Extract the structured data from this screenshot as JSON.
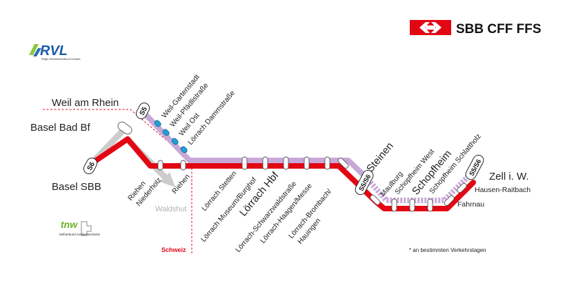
{
  "brand": {
    "sbb_text": "SBB CFF FFS",
    "rvl_text": "RVL",
    "rvl_subtext": "Regio Verkehrsverbund Lörrach",
    "tnw_text": "tnw",
    "tnw_subtext": "tarifverbund nordwestschweiz",
    "red": "#e30613",
    "lilac": "#c8a8d8",
    "grey": "#cccccc",
    "blue": "#1fa0d8"
  },
  "lines": {
    "s5": "S5",
    "s6": "S6",
    "s5s6": "S5/S6"
  },
  "places": {
    "weil_am_rhein": "Weil am Rhein",
    "basel_bad_bf": "Basel Bad Bf",
    "basel_sbb": "Basel SBB",
    "waldshut": "Waldshut",
    "schweiz": "Schweiz"
  },
  "stations": {
    "weil_gartenstadt": "Weil-Gartenstadt",
    "weil_pfaedlistrasse": "Weil-Pfädlistraße",
    "weil_ost": "Weil Ost",
    "loerrach_dammstrasse": "Lörrach Dammstraße",
    "riehen_niederholz": "Riehen Niederholz",
    "riehen": "Riehen",
    "loerrach_stetten": "Lörrach Stetten",
    "loerrach_museum": "Lörrach Museum/Burghof",
    "loerrach_hbf": "Lörrach Hbf",
    "loerrach_schwarzwaldstrasse": "Lörrach-Schwarzwaldstraße",
    "loerrach_haagen": "Lörrach-Haagen/Messe",
    "loerrach_brombach": "Lörrach-Brombach/",
    "hauingen": "Hauingen",
    "steinen": "Steinen",
    "maulburg": "Maulburg",
    "schopfheim_west": "Schopfheim West",
    "schopfheim": "Schopfheim",
    "schopfheim_schlattholz": "Schopfheim Schlattholz",
    "fahrnau": "Fahrnau",
    "hausen_raitbach": "Hausen-Raitbach",
    "zell": "Zell i. W."
  },
  "footnote": "* an bestimmten Verkehrstagen"
}
